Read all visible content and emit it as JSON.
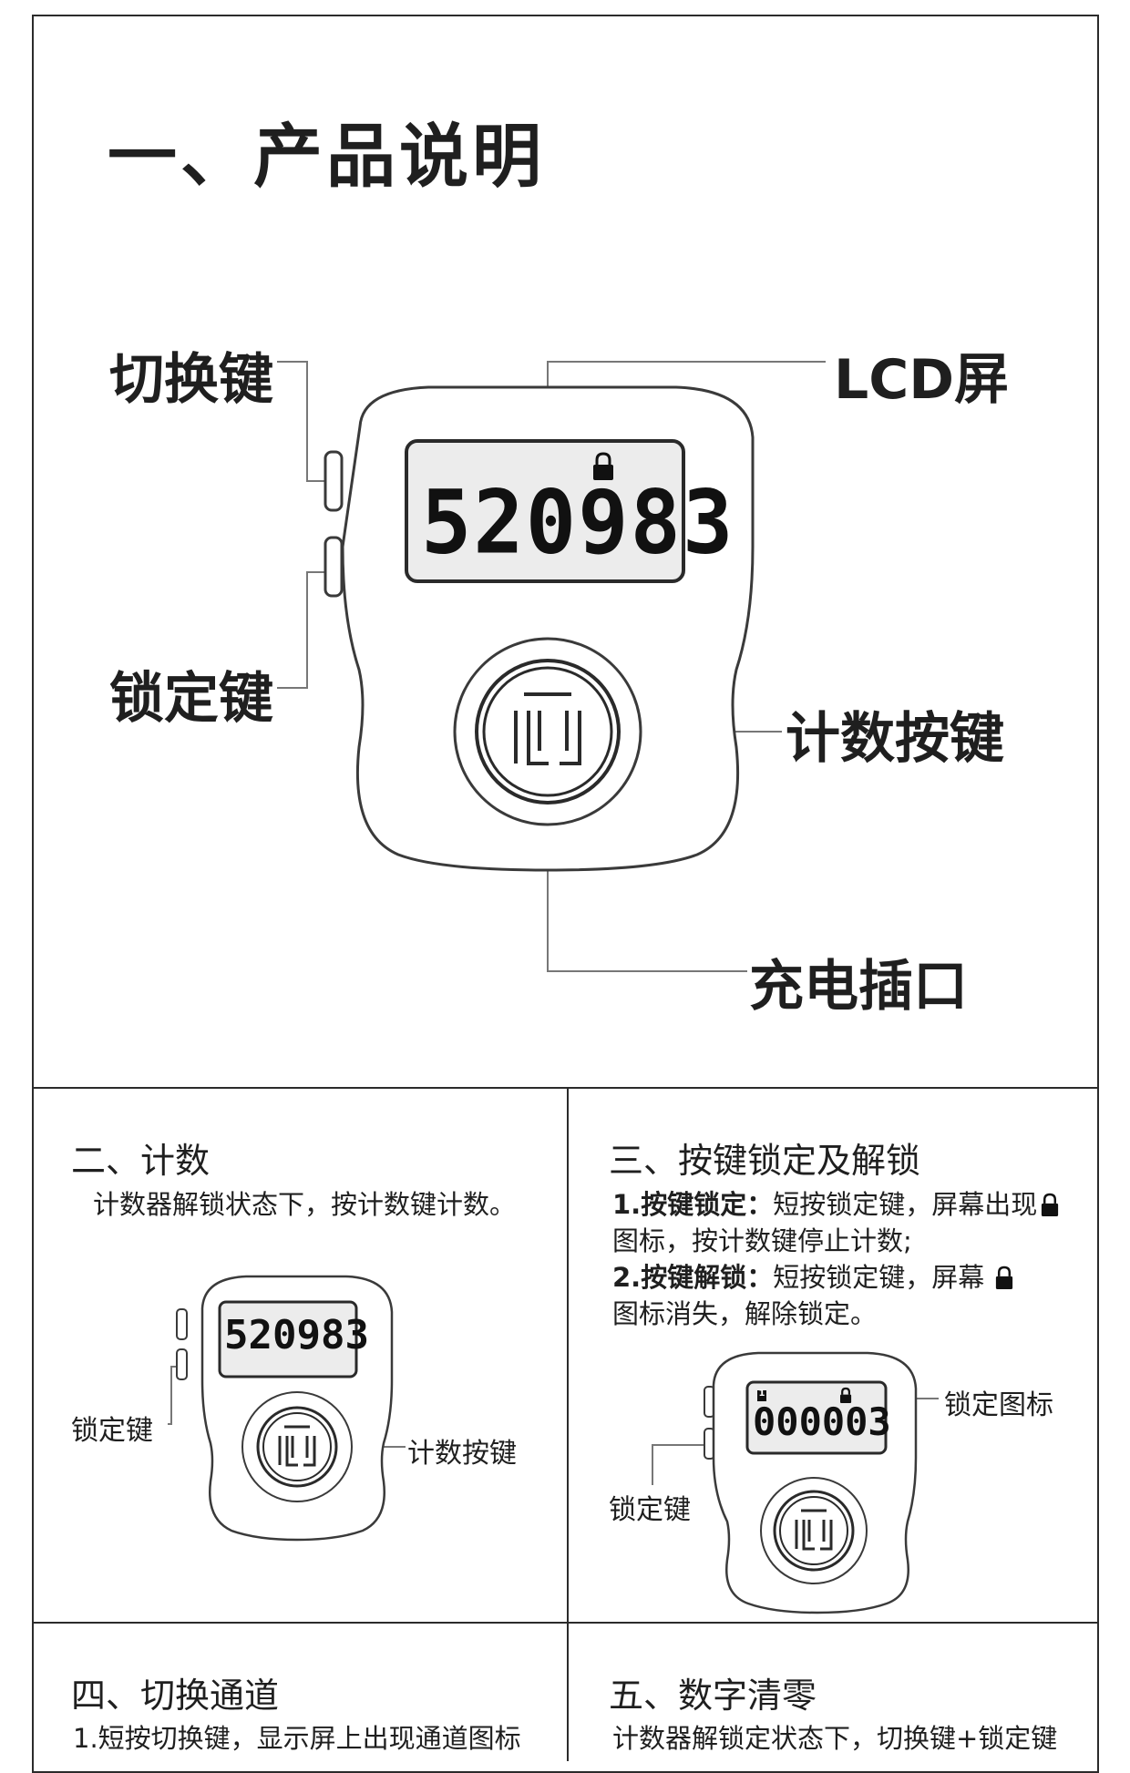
{
  "section1": {
    "title": "一、产品说明",
    "labels": {
      "switch_key": "切换键",
      "lcd_screen": "LCD屏",
      "lock_key": "锁定键",
      "count_button": "计数按键",
      "charge_port": "充电插口"
    },
    "lcd_value": "520983"
  },
  "section2": {
    "title": "二、计数",
    "text": "计数器解锁状态下，按计数键计数。",
    "lcd_value": "520983",
    "lock_key_label": "锁定键",
    "count_button_label": "计数按键"
  },
  "section3": {
    "title": "三、按键锁定及解锁",
    "lock_heading": "1.按键锁定：",
    "lock_text_a": "短按锁定键，屏幕出现",
    "lock_text_b": "图标，按计数键停止计数;",
    "unlock_heading": "2.按键解锁：",
    "unlock_text_a": "短按锁定键，屏幕",
    "unlock_text_b": "图标消失，解除锁定。",
    "lcd_value": "000003",
    "channel_number": "1",
    "lock_icon_label": "锁定图标",
    "lock_key_label": "锁定键"
  },
  "section4": {
    "title": "四、切换通道",
    "text": "1.短按切换键，显示屏上出现通道图标"
  },
  "section5": {
    "title": "五、数字清零",
    "text": "计数器解锁定状态下，切换键+锁定键"
  },
  "colors": {
    "border": "#2b2b2b",
    "text": "#1f1f1f",
    "device_outline": "#3a3a3a",
    "lcd_bg": "#ececec"
  }
}
